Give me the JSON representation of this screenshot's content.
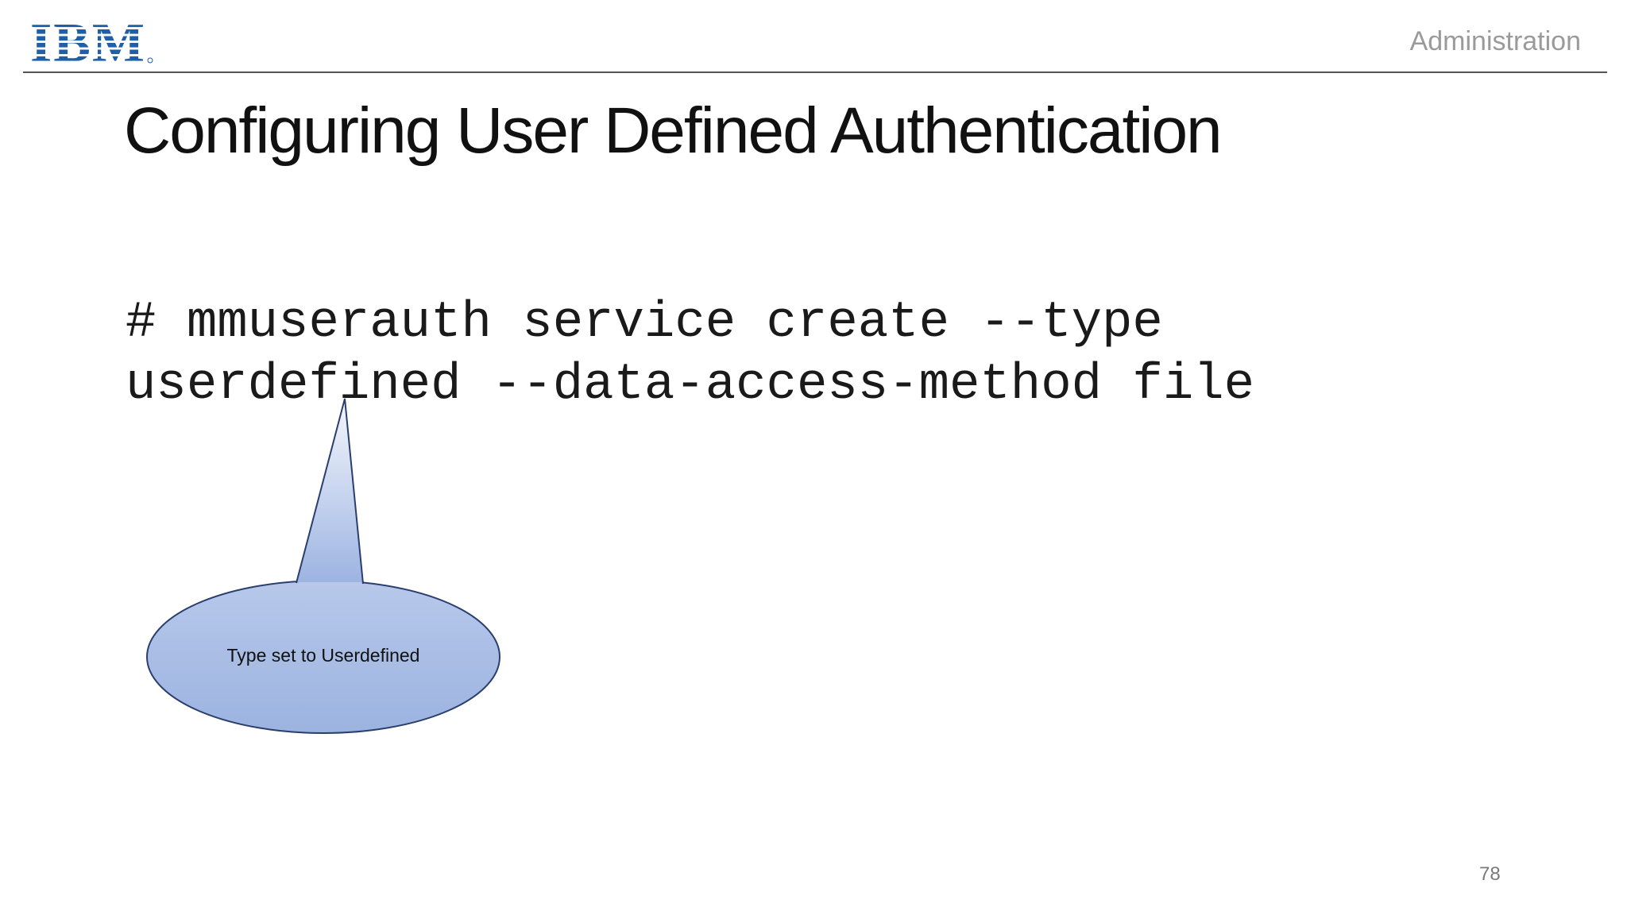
{
  "header": {
    "logo_text": "IBM",
    "section_label": "Administration"
  },
  "slide": {
    "title": "Configuring User Defined Authentication",
    "command_line1": "# mmuserauth service create --type",
    "command_line2": "userdefined --data-access-method file",
    "callout_text": "Type set to Userdefined",
    "page_number": "78"
  },
  "colors": {
    "logo_blue": "#1f5fa8",
    "callout_fill_top": "#e8edf8",
    "callout_fill_bottom": "#9cb3e0",
    "callout_stroke": "#2a3f6e",
    "section_label": "#9a9a9a"
  },
  "icons": {
    "logo": "ibm-striped-logo"
  }
}
